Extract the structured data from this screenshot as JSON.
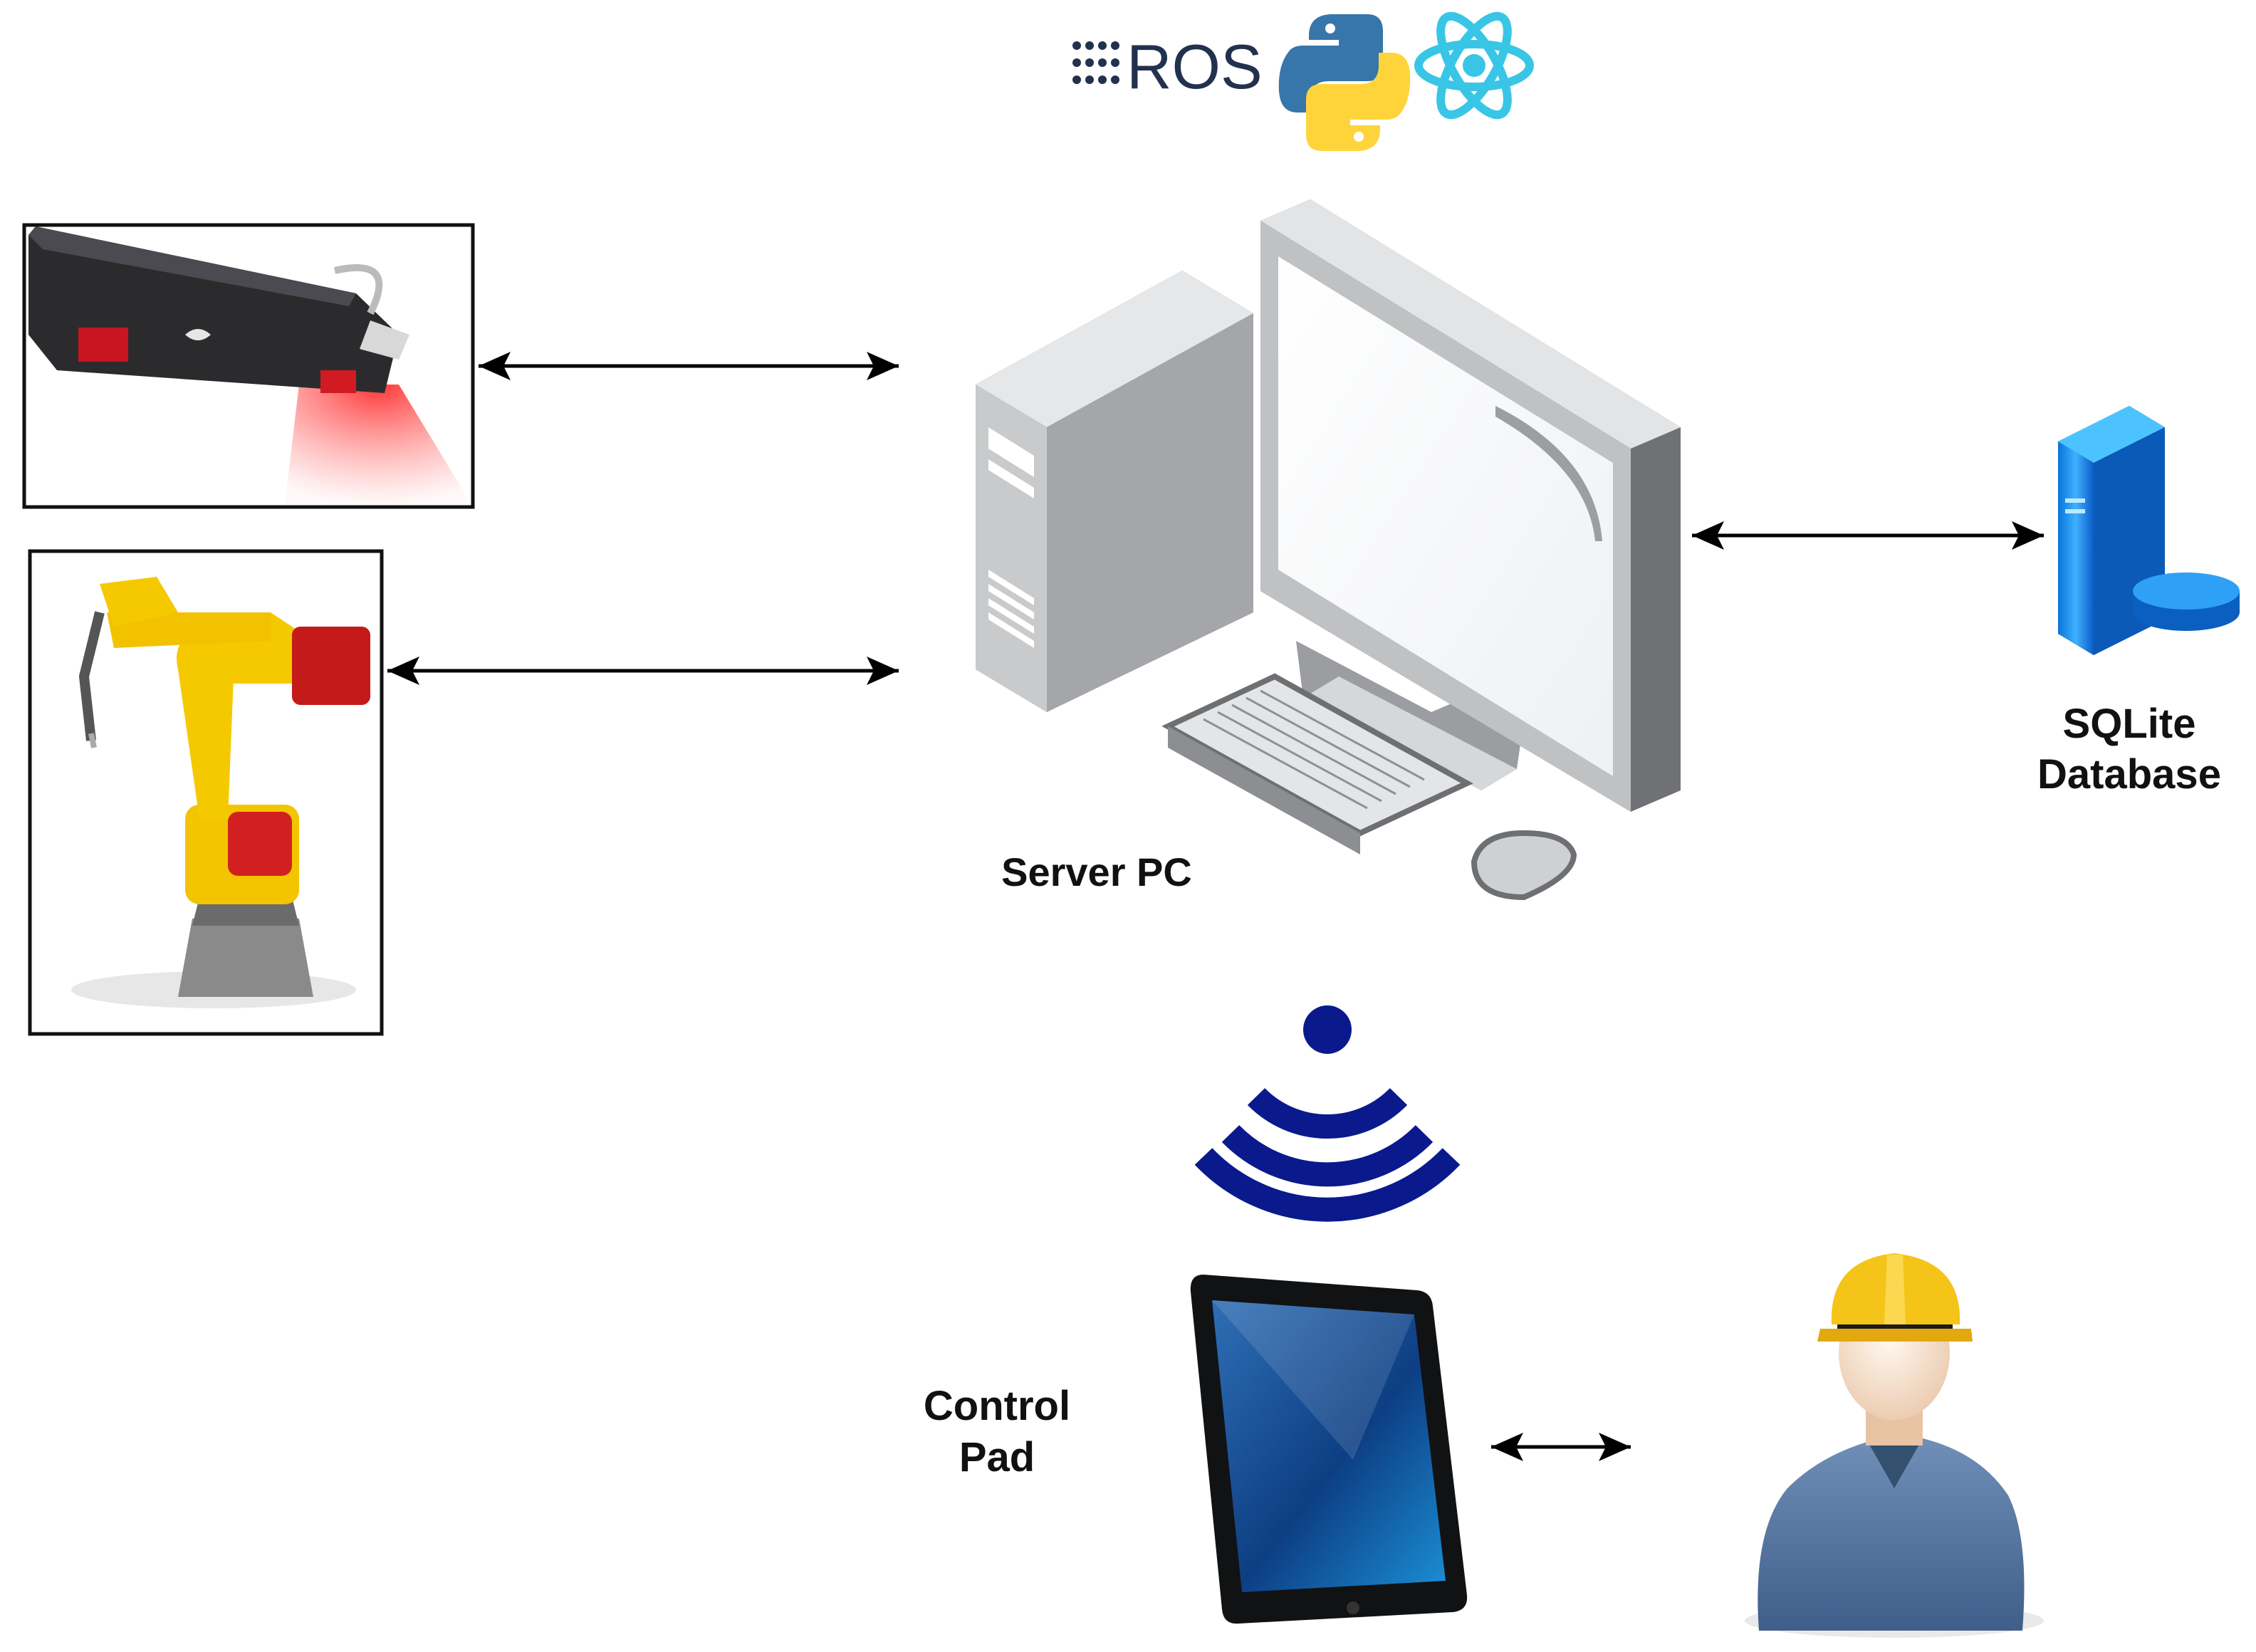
{
  "logos": {
    "ros_text": "ROS",
    "items": [
      {
        "name": "ros-logo",
        "color": "#22314e"
      },
      {
        "name": "python-logo",
        "colors": [
          "#3776ab",
          "#ffd43b"
        ]
      },
      {
        "name": "react-logo",
        "color": "#39c6e6"
      }
    ]
  },
  "nodes": {
    "server": {
      "label": "Server PC",
      "icon": "desktop-computer-icon"
    },
    "database": {
      "line1": "SQLite",
      "line2": "Database",
      "icon": "database-server-icon"
    },
    "control_pad": {
      "line1": "Control",
      "line2": "Pad",
      "icon": "tablet-icon"
    },
    "laser_scanner": {
      "icon": "laser-scanner-icon"
    },
    "robot_arm": {
      "icon": "welding-robot-icon"
    },
    "operator": {
      "icon": "worker-icon"
    },
    "wireless": {
      "icon": "wireless-signal-icon",
      "color": "#0a1a8c"
    }
  },
  "connections": [
    {
      "from": "laser_scanner",
      "to": "server",
      "style": "bidirectional-arrow"
    },
    {
      "from": "robot_arm",
      "to": "server",
      "style": "bidirectional-arrow"
    },
    {
      "from": "server",
      "to": "database",
      "style": "bidirectional-arrow"
    },
    {
      "from": "control_pad",
      "to": "operator",
      "style": "bidirectional-arrow"
    }
  ]
}
